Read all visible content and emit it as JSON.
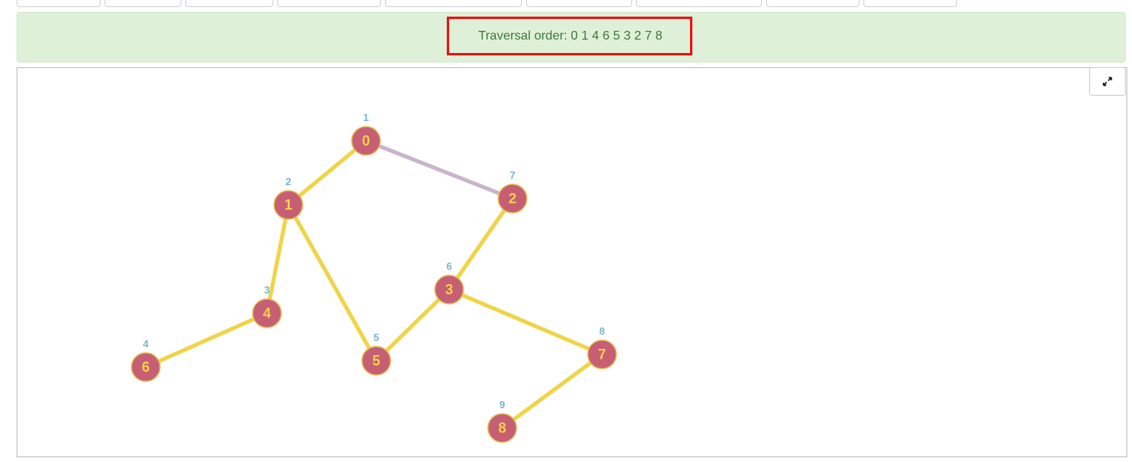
{
  "banner": {
    "traversal_label": "Traversal order:",
    "traversal_sequence": "0 1 4 6 5 3 2 7 8",
    "traversal_text": "Traversal order: 0 1 4 6 5 3 2 7 8"
  },
  "toolbar": {
    "fullscreen_icon": "expand-arrows-icon"
  },
  "colors": {
    "node_fill": "#c75f74",
    "node_stroke": "#e8b84a",
    "node_label": "#f5d24a",
    "order_label": "#7bb6cc",
    "edge_visited": "#f0d447",
    "edge_unvisited": "#c8b4cc",
    "banner_bg": "#dff0d8",
    "banner_text": "#3c763d",
    "highlight": "#ee1111"
  },
  "graph": {
    "nodes": [
      {
        "id": "0",
        "order": "1"
      },
      {
        "id": "1",
        "order": "2"
      },
      {
        "id": "2",
        "order": "7"
      },
      {
        "id": "3",
        "order": "6"
      },
      {
        "id": "4",
        "order": "3"
      },
      {
        "id": "5",
        "order": "5"
      },
      {
        "id": "6",
        "order": "4"
      },
      {
        "id": "7",
        "order": "8"
      },
      {
        "id": "8",
        "order": "9"
      }
    ],
    "edges": [
      {
        "from": "0",
        "to": "1",
        "visited": true
      },
      {
        "from": "0",
        "to": "2",
        "visited": false
      },
      {
        "from": "1",
        "to": "4",
        "visited": true
      },
      {
        "from": "1",
        "to": "5",
        "visited": true
      },
      {
        "from": "4",
        "to": "6",
        "visited": true
      },
      {
        "from": "5",
        "to": "3",
        "visited": true
      },
      {
        "from": "3",
        "to": "2",
        "visited": true
      },
      {
        "from": "3",
        "to": "7",
        "visited": true
      },
      {
        "from": "7",
        "to": "8",
        "visited": true
      }
    ]
  }
}
